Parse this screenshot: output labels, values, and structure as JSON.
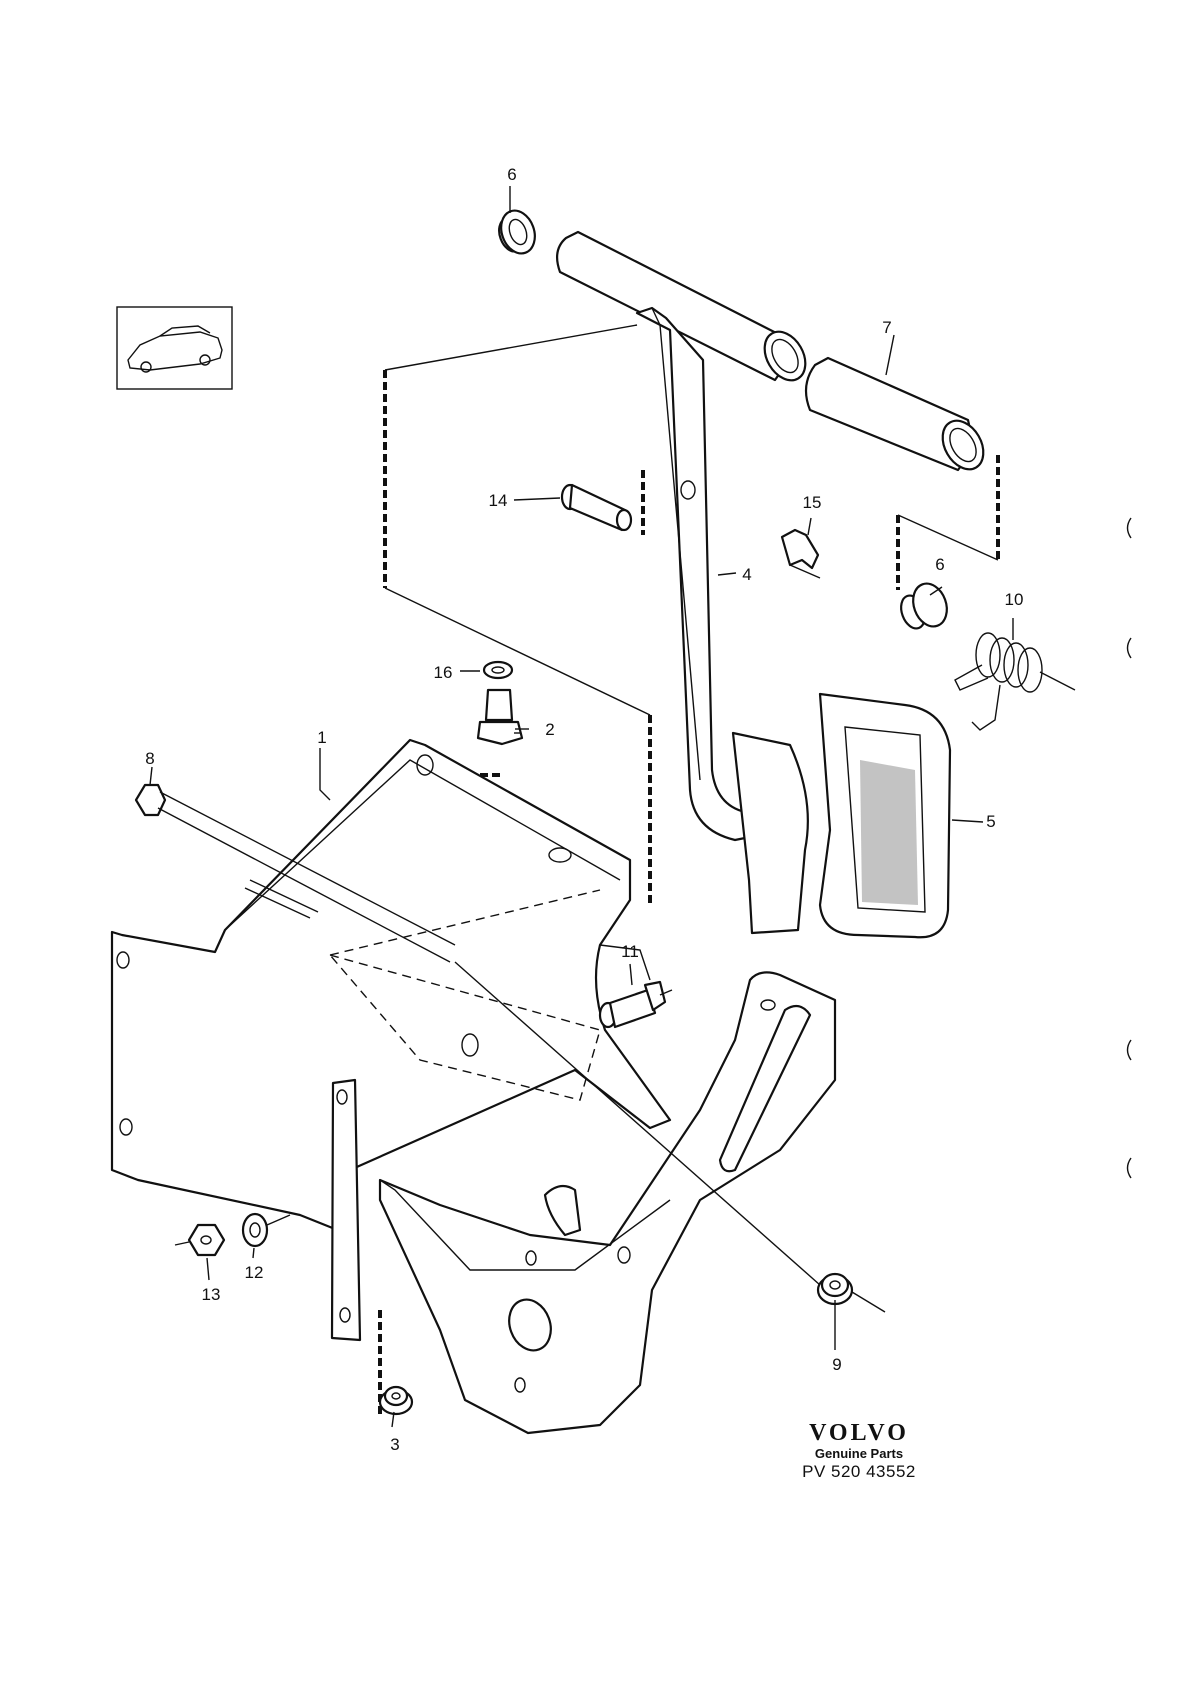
{
  "diagram": {
    "callouts": [
      {
        "id": "c1",
        "label": "1"
      },
      {
        "id": "c2",
        "label": "2"
      },
      {
        "id": "c3",
        "label": "3"
      },
      {
        "id": "c4",
        "label": "4"
      },
      {
        "id": "c5",
        "label": "5"
      },
      {
        "id": "c6a",
        "label": "6"
      },
      {
        "id": "c6b",
        "label": "6"
      },
      {
        "id": "c7",
        "label": "7"
      },
      {
        "id": "c8",
        "label": "8"
      },
      {
        "id": "c9",
        "label": "9"
      },
      {
        "id": "c10",
        "label": "10"
      },
      {
        "id": "c11",
        "label": "11"
      },
      {
        "id": "c12",
        "label": "12"
      },
      {
        "id": "c13",
        "label": "13"
      },
      {
        "id": "c14",
        "label": "14"
      },
      {
        "id": "c15",
        "label": "15"
      },
      {
        "id": "c16",
        "label": "16"
      }
    ]
  },
  "branding": {
    "logo": "VOLVO",
    "tagline": "Genuine Parts",
    "code": "PV 520 43552"
  }
}
